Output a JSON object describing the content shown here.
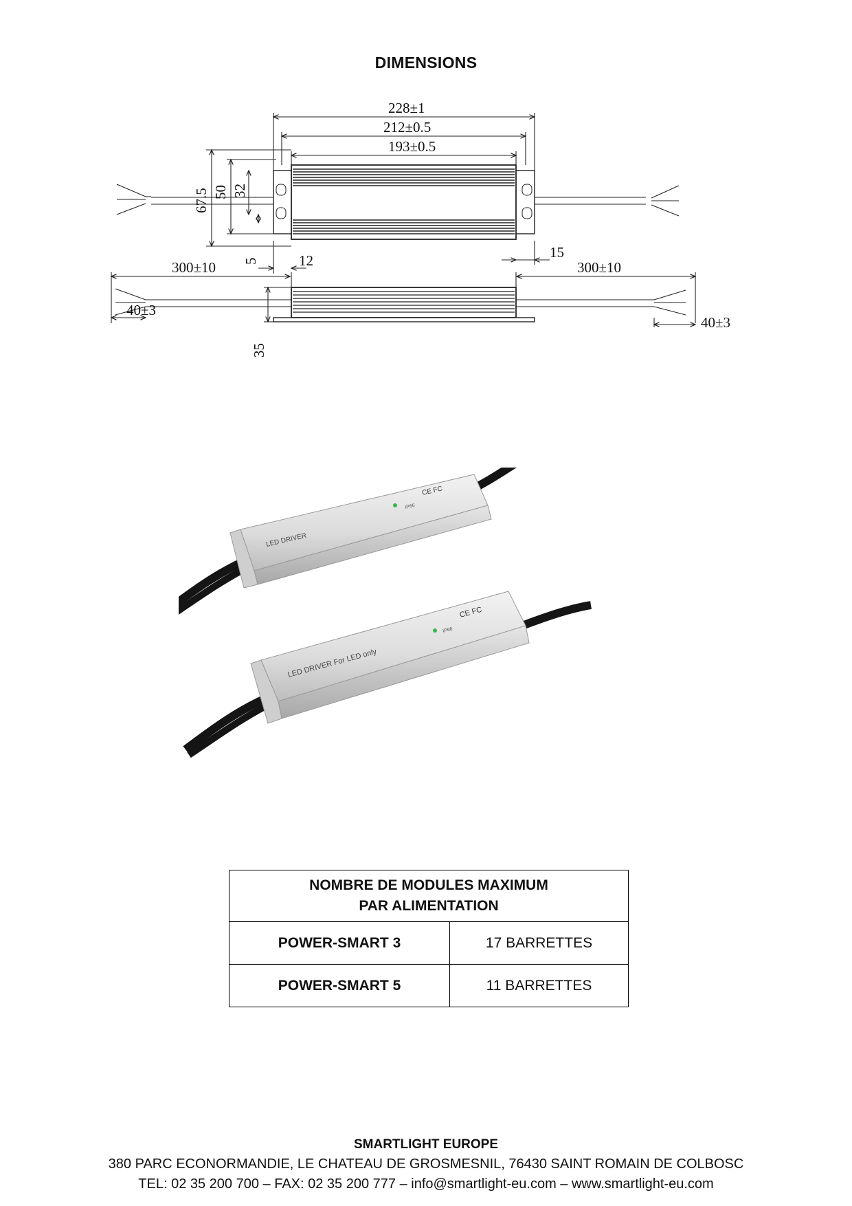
{
  "page": {
    "title": "DIMENSIONS"
  },
  "drawing": {
    "top_view": {
      "overall_length": "228±1",
      "mount_pitch": "212±0.5",
      "body_length": "193±0.5",
      "overall_width": "67.5",
      "body_width": "50",
      "inner_width": "32",
      "slot_width": "5",
      "flange_left": "12",
      "flange_right": "15"
    },
    "side_view": {
      "lead_left": "300±10",
      "lead_right": "300±10",
      "strip_left": "40±3",
      "strip_right": "40±3",
      "height": "35"
    }
  },
  "photo": {
    "product_label": "LED DRIVER",
    "product_label_2": "LED DRIVER For LED only",
    "ip_rating": "IP66",
    "ce_mark": "CE FC"
  },
  "table": {
    "header_line1": "NOMBRE DE MODULES MAXIMUM",
    "header_line2": "PAR ALIMENTATION",
    "rows": [
      {
        "model": "POWER-SMART 3",
        "value": "17 BARRETTES"
      },
      {
        "model": "POWER-SMART 5",
        "value": "11 BARRETTES"
      }
    ]
  },
  "footer": {
    "company": "SMARTLIGHT EUROPE",
    "address": "380 PARC ECONORMANDIE, LE CHATEAU DE GROSMESNIL, 76430 SAINT ROMAIN DE COLBOSC",
    "contact": "TEL: 02 35 200 700 – FAX: 02 35 200 777 – info@smartlight-eu.com – www.smartlight-eu.com"
  }
}
